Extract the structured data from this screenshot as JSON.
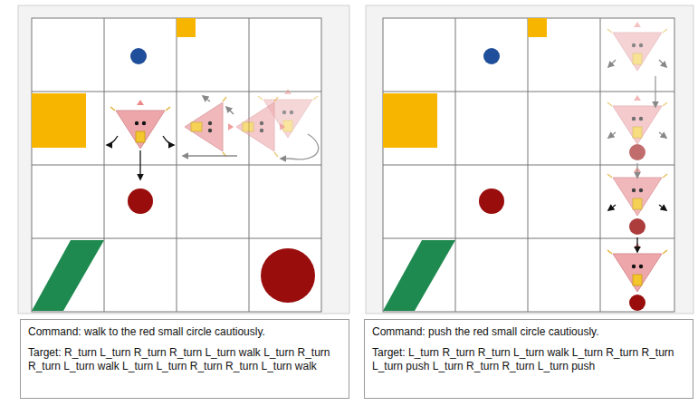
{
  "diagram": {
    "nodes": [
      {
        "text": [
          "Command: walk to the red small circle cautiously.",
          "Target: R_turn L_turn R_turn R_turn L_turn walk L_turn R_turn R_turn L_turn walk L_turn L_turn R_turn R_turn L_turn walk"
        ]
      },
      {
        "text": [
          "Command: push the red small circle cautiously.",
          "Target: L_turn R_turn R_turn L_turn walk L_turn R_turn R_turn L_turn push L_turn R_turn R_turn L_turn push"
        ]
      }
    ]
  }
}
